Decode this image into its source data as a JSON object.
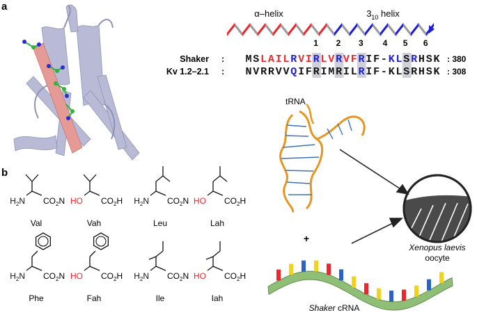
{
  "panel_labels": {
    "a": "a",
    "b": "b"
  },
  "helix_labels": {
    "alpha": "α–helix",
    "three10_main": "3",
    "three10_sub": "10",
    "three10_rest": " helix"
  },
  "numbers": [
    "1",
    "2",
    "3",
    "4",
    "5",
    "6"
  ],
  "sequences": [
    {
      "name": "Shaker",
      "colon": ":",
      "end": ": 380",
      "residues": "MSLAILRVIRLVRVFRIF-KLSRHSK",
      "colors": "kkrrrrbrrbrrbrrbkk-bbkbkkk"
    },
    {
      "name": "Kv 1.2–2.1",
      "colon": ":",
      "end": ": 308",
      "residues": "NVRRVVQIFRIMRILRIF-KLSRHSK",
      "colors": "kkkkkkbkkkkkkkkbkk-kkkkkkk"
    }
  ],
  "highlight_columns": [
    9,
    12,
    15,
    21
  ],
  "molecules": [
    {
      "key": "val",
      "label": "Val",
      "left": "H2N",
      "right": "CO2N",
      "hydroxy": false
    },
    {
      "key": "vah",
      "label": "Vah",
      "left": "HO",
      "right": "CO2H",
      "hydroxy": true
    },
    {
      "key": "leu",
      "label": "Leu",
      "left": "H2N",
      "right": "CO2N",
      "hydroxy": false
    },
    {
      "key": "lah",
      "label": "Lah",
      "left": "HO",
      "right": "CO2H",
      "hydroxy": true
    },
    {
      "key": "phe",
      "label": "Phe",
      "left": "H2N",
      "right": "CO2N",
      "hydroxy": false
    },
    {
      "key": "fah",
      "label": "Fah",
      "left": "HO",
      "right": "CO2H",
      "hydroxy": true
    },
    {
      "key": "ile",
      "label": "Ile",
      "left": "H2N",
      "right": "CO2N",
      "hydroxy": false
    },
    {
      "key": "iah",
      "label": "Iah",
      "left": "HO",
      "right": "CO2H",
      "hydroxy": true
    }
  ],
  "trna_label": "tRNA",
  "plus_sign": "+",
  "oocyte_label_italic": "Xenopus laevis",
  "oocyte_label": "oocyte",
  "crna_label_italic": "Shaker",
  "crna_label": " cRNA",
  "colors": {
    "red": "#e8282c",
    "blue": "#1d1dd6",
    "highlight": "#d0d0da",
    "protein": "#b9bbd6",
    "protein_dark": "#8f92b6",
    "helix_pink": "#e59a95",
    "crna_ribbon": "#8fbe76",
    "oocyte_dark": "#4a4a4a",
    "trna_orange": "#e8951e",
    "trna_blue": "#3c72b6"
  }
}
